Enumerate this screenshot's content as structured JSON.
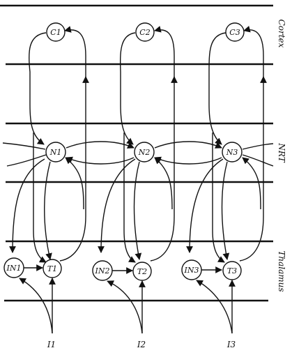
{
  "regions": {
    "cortex": "Cortex",
    "nrt": "NRT",
    "thalamus": "Thalamus"
  },
  "columns": [
    {
      "cortical": "C1",
      "nrt": "N1",
      "interneuron": "IN1",
      "thalamic": "T1",
      "input": "I1"
    },
    {
      "cortical": "C2",
      "nrt": "N2",
      "interneuron": "IN2",
      "thalamic": "T2",
      "input": "I2"
    },
    {
      "cortical": "C3",
      "nrt": "N3",
      "interneuron": "IN3",
      "thalamic": "T3",
      "input": "I3"
    }
  ]
}
